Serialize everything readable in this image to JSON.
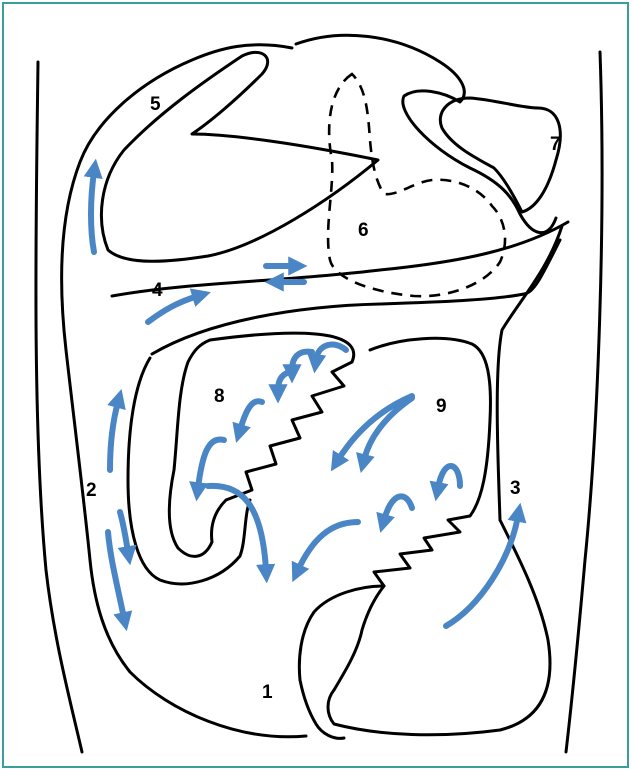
{
  "colors": {
    "border": "#3a9e9b",
    "arrow": "#4a86c5",
    "outline": "#000000"
  },
  "labels": {
    "l1": "1",
    "l2": "2",
    "l3": "3",
    "l4": "4",
    "l5": "5",
    "l6": "6",
    "l7": "7",
    "l8": "8",
    "l9": "9"
  }
}
